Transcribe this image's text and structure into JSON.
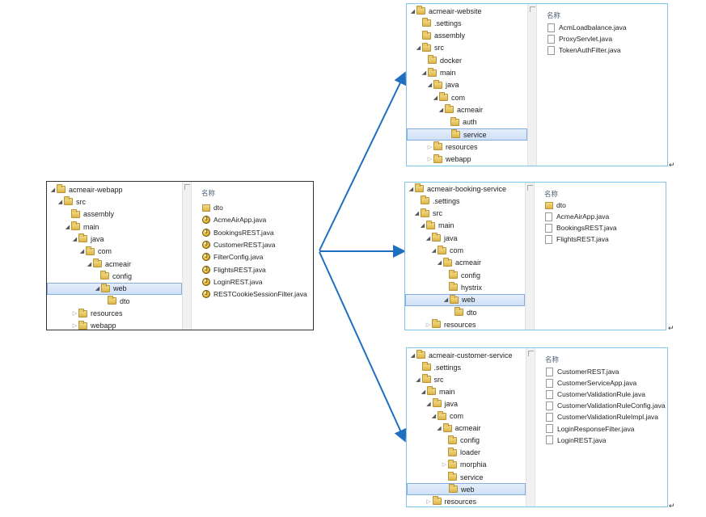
{
  "files_header": "名称",
  "line_break_marker": "↵",
  "colors": {
    "arrow": "#1f6fbf",
    "panel_border_left": "#333333",
    "panel_border_right": "#7fc7ea"
  },
  "webapp": {
    "tree": [
      {
        "label": "acmeair-webapp",
        "depth": 0,
        "state": "open"
      },
      {
        "label": "src",
        "depth": 1,
        "state": "open"
      },
      {
        "label": "assembly",
        "depth": 2,
        "state": "none"
      },
      {
        "label": "main",
        "depth": 2,
        "state": "open"
      },
      {
        "label": "java",
        "depth": 3,
        "state": "open"
      },
      {
        "label": "com",
        "depth": 4,
        "state": "open"
      },
      {
        "label": "acmeair",
        "depth": 5,
        "state": "open"
      },
      {
        "label": "config",
        "depth": 6,
        "state": "none"
      },
      {
        "label": "web",
        "depth": 6,
        "state": "open",
        "selected": true
      },
      {
        "label": "dto",
        "depth": 7,
        "state": "none"
      },
      {
        "label": "resources",
        "depth": 3,
        "state": "closed"
      },
      {
        "label": "webapp",
        "depth": 3,
        "state": "closed"
      }
    ],
    "files": [
      {
        "label": "dto",
        "kind": "folder"
      },
      {
        "label": "AcmeAirApp.java",
        "kind": "badge"
      },
      {
        "label": "BookingsREST.java",
        "kind": "badge"
      },
      {
        "label": "CustomerREST.java",
        "kind": "badge"
      },
      {
        "label": "FilterConfig.java",
        "kind": "badge"
      },
      {
        "label": "FlightsREST.java",
        "kind": "badge"
      },
      {
        "label": "LoginREST.java",
        "kind": "badge"
      },
      {
        "label": "RESTCookieSessionFilter.java",
        "kind": "badge"
      }
    ]
  },
  "website": {
    "tree": [
      {
        "label": "acmeair-website",
        "depth": 0,
        "state": "open"
      },
      {
        "label": ".settings",
        "depth": 1,
        "state": "none"
      },
      {
        "label": "assembly",
        "depth": 1,
        "state": "none"
      },
      {
        "label": "src",
        "depth": 1,
        "state": "open"
      },
      {
        "label": "docker",
        "depth": 2,
        "state": "none"
      },
      {
        "label": "main",
        "depth": 2,
        "state": "open"
      },
      {
        "label": "java",
        "depth": 3,
        "state": "open"
      },
      {
        "label": "com",
        "depth": 4,
        "state": "open"
      },
      {
        "label": "acmeair",
        "depth": 5,
        "state": "open"
      },
      {
        "label": "auth",
        "depth": 6,
        "state": "none"
      },
      {
        "label": "service",
        "depth": 6,
        "state": "none",
        "selected": true
      },
      {
        "label": "resources",
        "depth": 3,
        "state": "closed"
      },
      {
        "label": "webapp",
        "depth": 3,
        "state": "closed"
      }
    ],
    "files": [
      {
        "label": "AcmLoadbalance.java",
        "kind": "file"
      },
      {
        "label": "ProxyServlet.java",
        "kind": "file"
      },
      {
        "label": "TokenAuthFilter.java",
        "kind": "file"
      }
    ]
  },
  "booking": {
    "tree": [
      {
        "label": "acmeair-booking-service",
        "depth": 0,
        "state": "open"
      },
      {
        "label": ".settings",
        "depth": 1,
        "state": "none"
      },
      {
        "label": "src",
        "depth": 1,
        "state": "open"
      },
      {
        "label": "main",
        "depth": 2,
        "state": "open"
      },
      {
        "label": "java",
        "depth": 3,
        "state": "open"
      },
      {
        "label": "com",
        "depth": 4,
        "state": "open"
      },
      {
        "label": "acmeair",
        "depth": 5,
        "state": "open"
      },
      {
        "label": "config",
        "depth": 6,
        "state": "none"
      },
      {
        "label": "hystrix",
        "depth": 6,
        "state": "none"
      },
      {
        "label": "web",
        "depth": 6,
        "state": "open",
        "selected": true
      },
      {
        "label": "dto",
        "depth": 7,
        "state": "none"
      },
      {
        "label": "resources",
        "depth": 3,
        "state": "closed"
      }
    ],
    "files": [
      {
        "label": "dto",
        "kind": "folder"
      },
      {
        "label": "AcmeAirApp.java",
        "kind": "file"
      },
      {
        "label": "BookingsREST.java",
        "kind": "file"
      },
      {
        "label": "FlightsREST.java",
        "kind": "file"
      }
    ]
  },
  "customer": {
    "tree": [
      {
        "label": "acmeair-customer-service",
        "depth": 0,
        "state": "open"
      },
      {
        "label": ".settings",
        "depth": 1,
        "state": "none"
      },
      {
        "label": "src",
        "depth": 1,
        "state": "open"
      },
      {
        "label": "main",
        "depth": 2,
        "state": "open"
      },
      {
        "label": "java",
        "depth": 3,
        "state": "open"
      },
      {
        "label": "com",
        "depth": 4,
        "state": "open"
      },
      {
        "label": "acmeair",
        "depth": 5,
        "state": "open"
      },
      {
        "label": "config",
        "depth": 6,
        "state": "none"
      },
      {
        "label": "loader",
        "depth": 6,
        "state": "none"
      },
      {
        "label": "morphia",
        "depth": 6,
        "state": "closed"
      },
      {
        "label": "service",
        "depth": 6,
        "state": "none"
      },
      {
        "label": "web",
        "depth": 6,
        "state": "none",
        "selected": true
      },
      {
        "label": "resources",
        "depth": 3,
        "state": "closed"
      }
    ],
    "files": [
      {
        "label": "CustomerREST.java",
        "kind": "file"
      },
      {
        "label": "CustomerServiceApp.java",
        "kind": "file"
      },
      {
        "label": "CustomerValidationRule.java",
        "kind": "file"
      },
      {
        "label": "CustomerValidationRuleConfig.java",
        "kind": "file"
      },
      {
        "label": "CustomerValidationRuleImpl.java",
        "kind": "file"
      },
      {
        "label": "LoginResponseFilter.java",
        "kind": "file"
      },
      {
        "label": "LoginREST.java",
        "kind": "file"
      }
    ]
  }
}
